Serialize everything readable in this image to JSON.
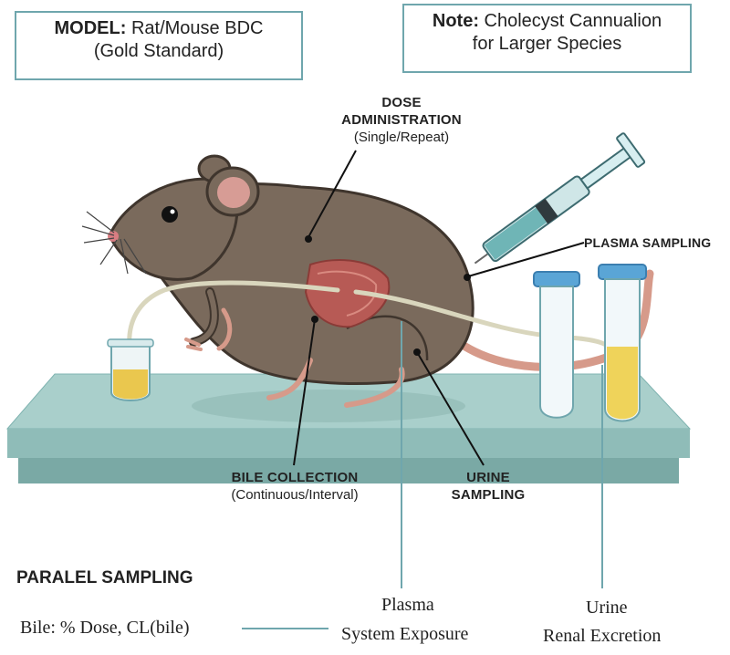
{
  "model_box": {
    "label": "MODEL:",
    "name": "Rat/Mouse BDC",
    "sub": "(Gold Standard)"
  },
  "note_box": {
    "label": "Note:",
    "text": "Cholecyst Cannualion",
    "sub": "for Larger Species"
  },
  "labels": {
    "dose_title_1": "DOSE",
    "dose_title_2": "ADMINISTRATION",
    "dose_sub": "(Single/Repeat)",
    "plasma_sampling": "PLASMA SAMPLING",
    "bile_title": "BILE COLLECTION",
    "bile_sub": "(Continuous/Interval)",
    "urine_title_1": "URINE",
    "urine_title_2": "SAMPLING"
  },
  "parallel": {
    "title": "PARALEL SAMPLING",
    "bile": "Bile: % Dose, CL(bile)",
    "plasma_1": "Plasma",
    "plasma_2": "System Exposure",
    "urine_1": "Urine",
    "urine_2": "Renal Excretion"
  },
  "colors": {
    "accent": "#6fa6ad",
    "fur": "#7a6a5c",
    "table": "#a9cfcb",
    "bile": "#e9c23c"
  }
}
